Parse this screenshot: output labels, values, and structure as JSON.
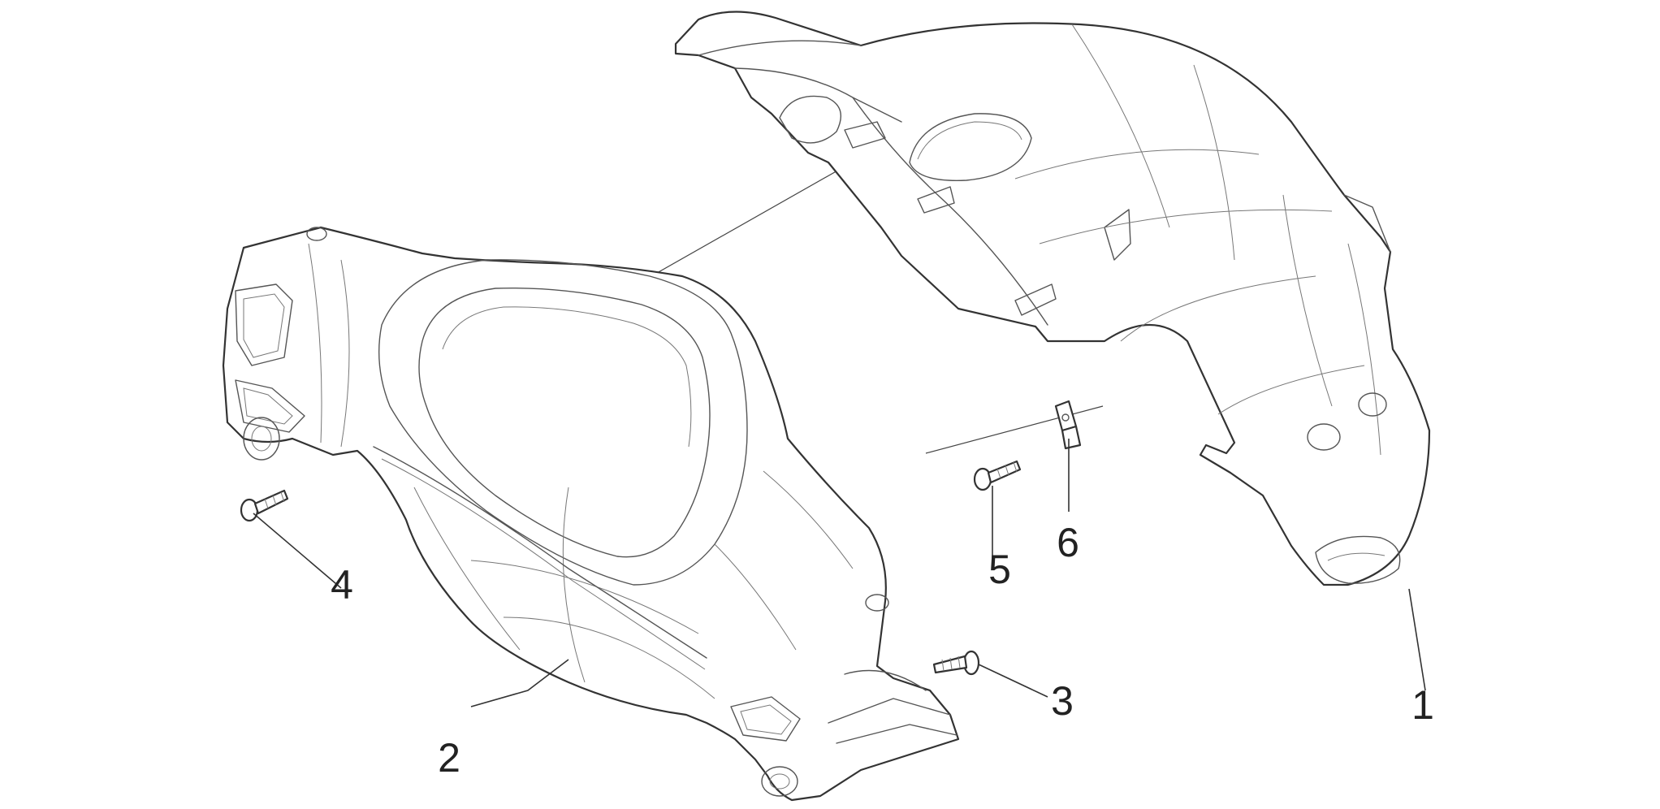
{
  "diagram": {
    "callouts": [
      {
        "id": "1",
        "label": "1"
      },
      {
        "id": "2",
        "label": "2"
      },
      {
        "id": "3",
        "label": "3"
      },
      {
        "id": "4",
        "label": "4"
      },
      {
        "id": "5",
        "label": "5"
      },
      {
        "id": "6",
        "label": "6"
      }
    ],
    "colors": {
      "line": "#333333",
      "background": "#ffffff"
    }
  }
}
